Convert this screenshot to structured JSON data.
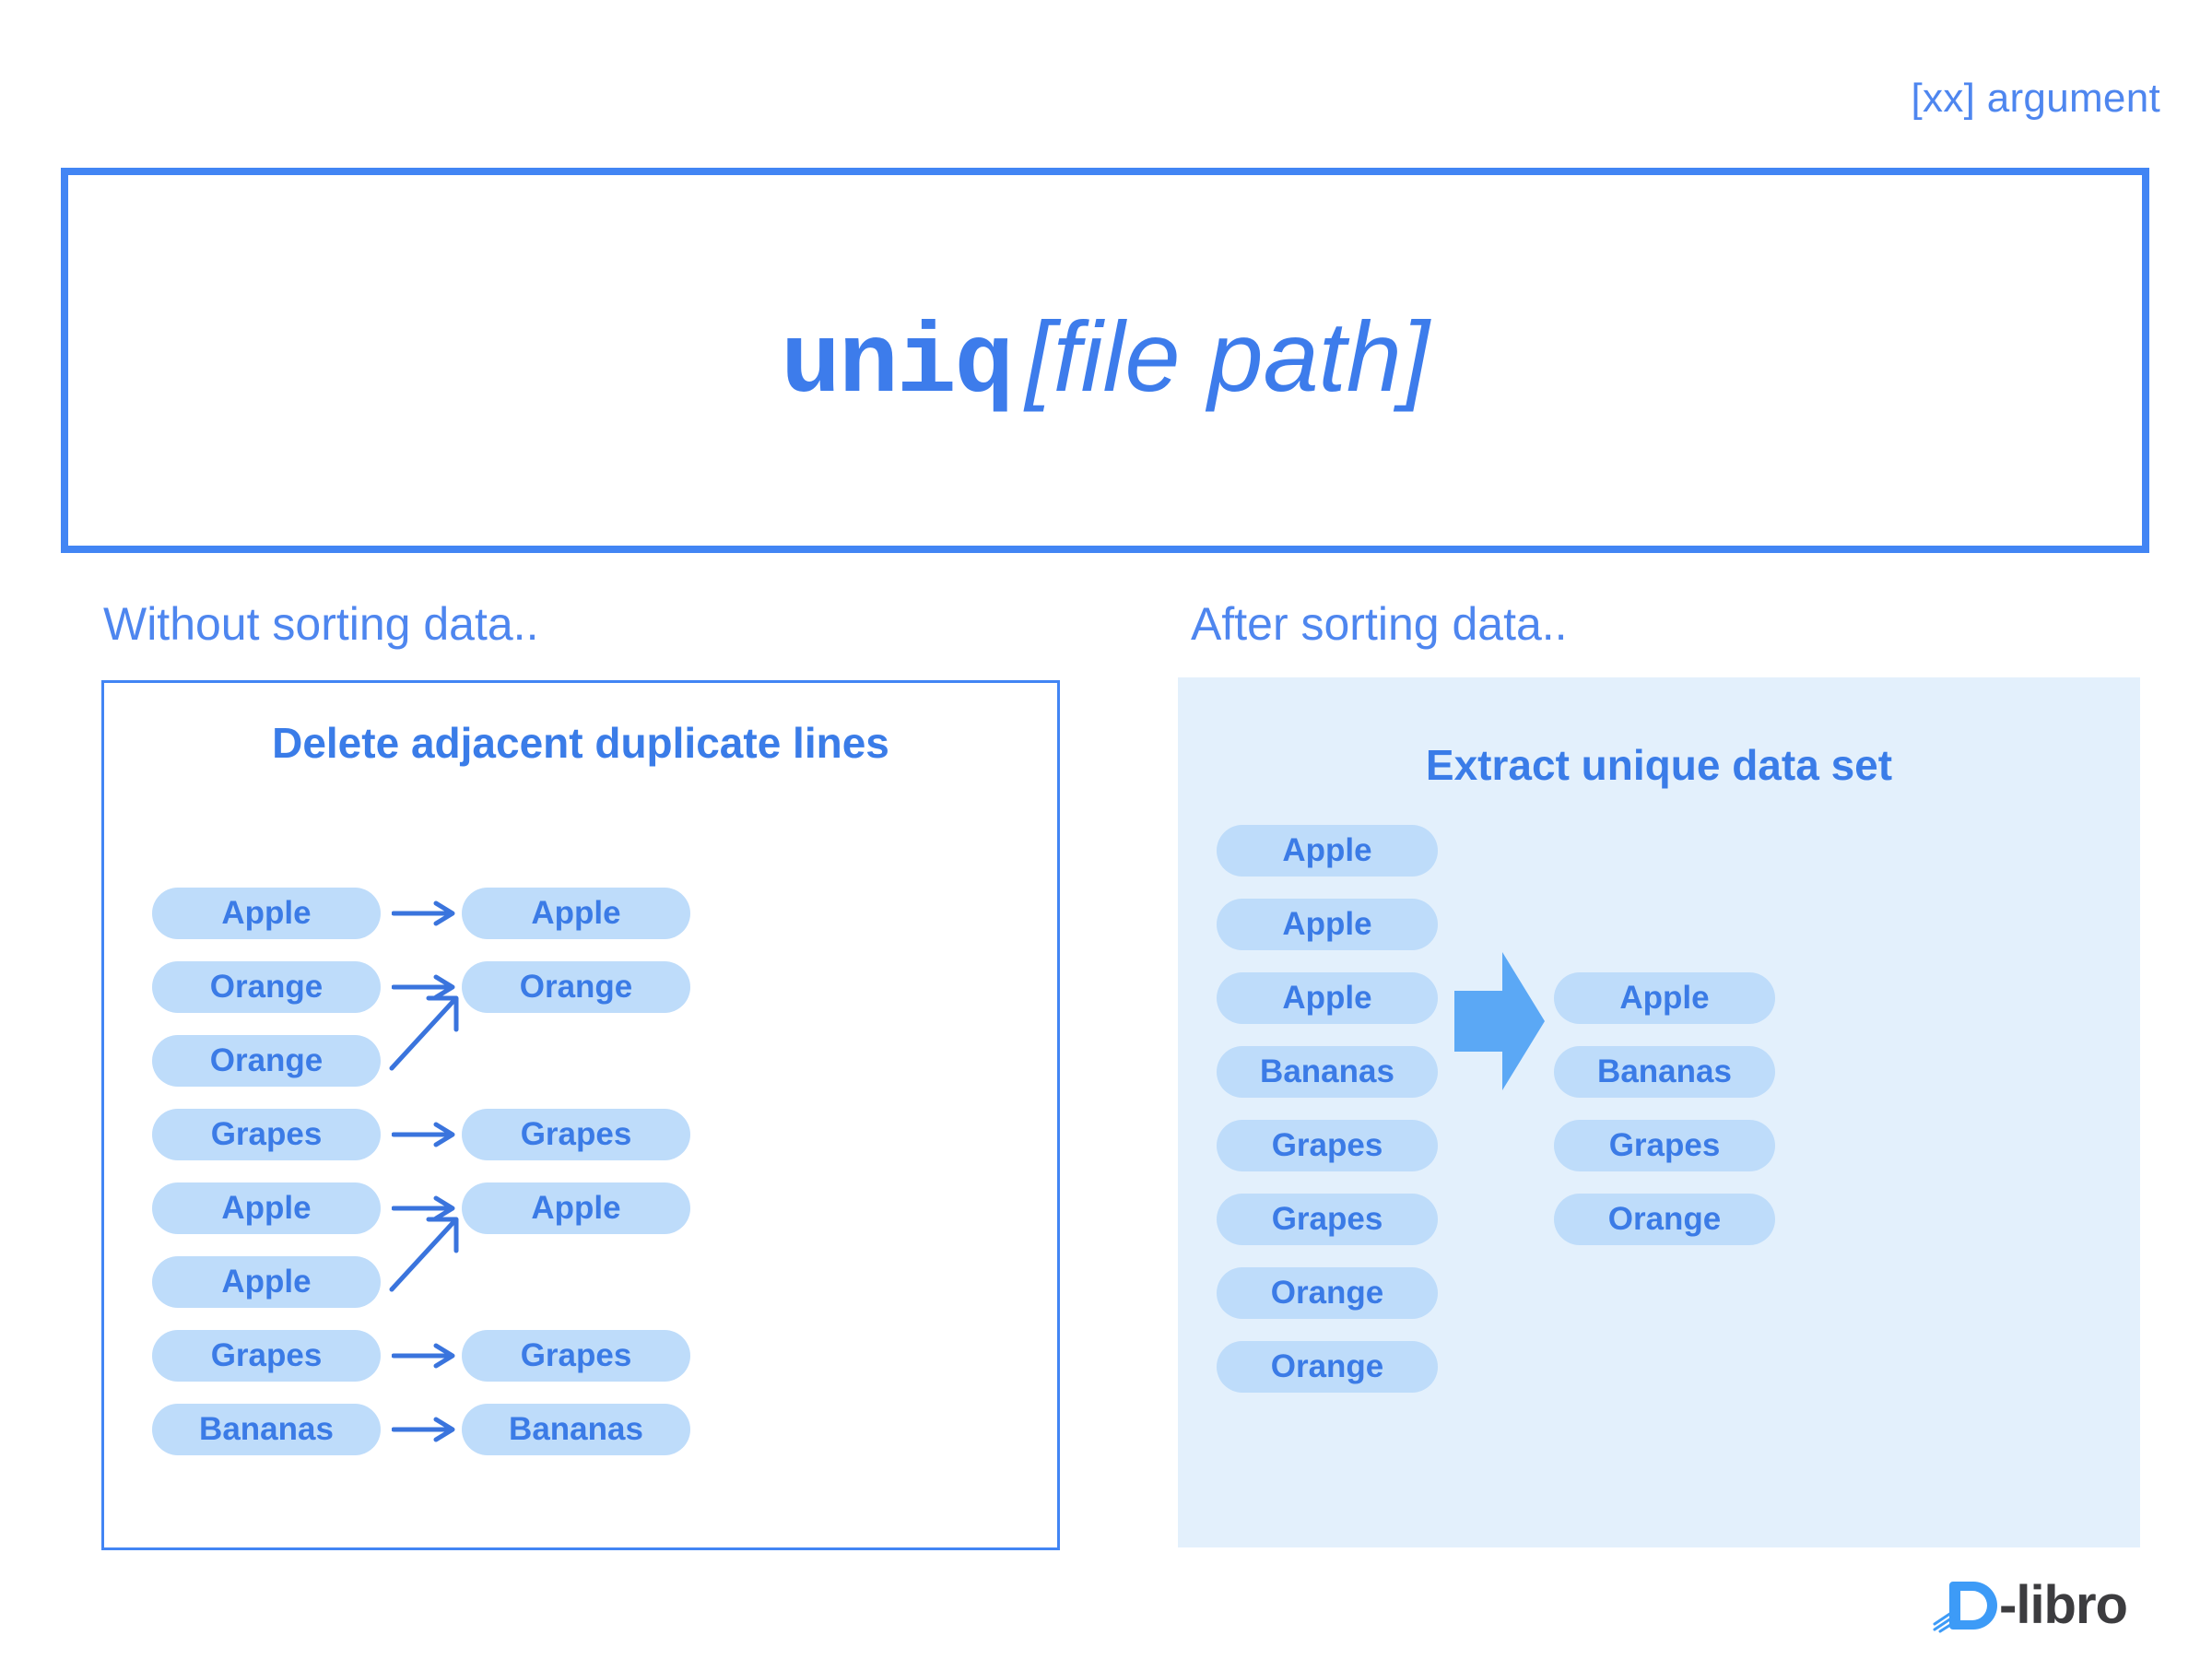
{
  "header": {
    "argument_label": "[xx] argument"
  },
  "command": {
    "name": "uniq",
    "argument": "[file path]"
  },
  "colors": {
    "accent_border": "#4285F4",
    "accent_text": "#3D7CEB",
    "caption_text": "#4E86EF",
    "pill_bg": "#BEDCFA",
    "pill_text": "#3B7BE6",
    "panel_right_bg": "#E3F0FC",
    "arrow_blue": "#5BA8F5",
    "logo_text": "#3C3C3F",
    "logo_mark": "#3D9BF7"
  },
  "left_section": {
    "caption": "Without sorting data..",
    "title": "Delete adjacent duplicate lines",
    "input_lines": [
      {
        "label": "Apple",
        "arrow": "straight"
      },
      {
        "label": "Orange",
        "arrow": "straight"
      },
      {
        "label": "Orange",
        "arrow": "diagonal"
      },
      {
        "label": "Grapes",
        "arrow": "straight"
      },
      {
        "label": "Apple",
        "arrow": "straight"
      },
      {
        "label": "Apple",
        "arrow": "diagonal"
      },
      {
        "label": "Grapes",
        "arrow": "straight"
      },
      {
        "label": "Bananas",
        "arrow": "straight"
      }
    ],
    "output_lines": [
      {
        "label": "Apple",
        "row": 0
      },
      {
        "label": "Orange",
        "row": 1
      },
      {
        "label": "Grapes",
        "row": 3
      },
      {
        "label": "Apple",
        "row": 4
      },
      {
        "label": "Grapes",
        "row": 6
      },
      {
        "label": "Bananas",
        "row": 7
      }
    ]
  },
  "right_section": {
    "caption": "After sorting data..",
    "title": "Extract unique data set",
    "input_lines": [
      {
        "label": "Apple"
      },
      {
        "label": "Apple"
      },
      {
        "label": "Apple"
      },
      {
        "label": "Bananas"
      },
      {
        "label": "Grapes"
      },
      {
        "label": "Grapes"
      },
      {
        "label": "Orange"
      },
      {
        "label": "Orange"
      }
    ],
    "output_lines": [
      {
        "label": "Apple",
        "row": 2
      },
      {
        "label": "Bananas",
        "row": 3
      },
      {
        "label": "Grapes",
        "row": 4
      },
      {
        "label": "Orange",
        "row": 5
      }
    ]
  },
  "logo": {
    "wordmark": "-libro",
    "mark_name": "d-libro-book-icon"
  }
}
